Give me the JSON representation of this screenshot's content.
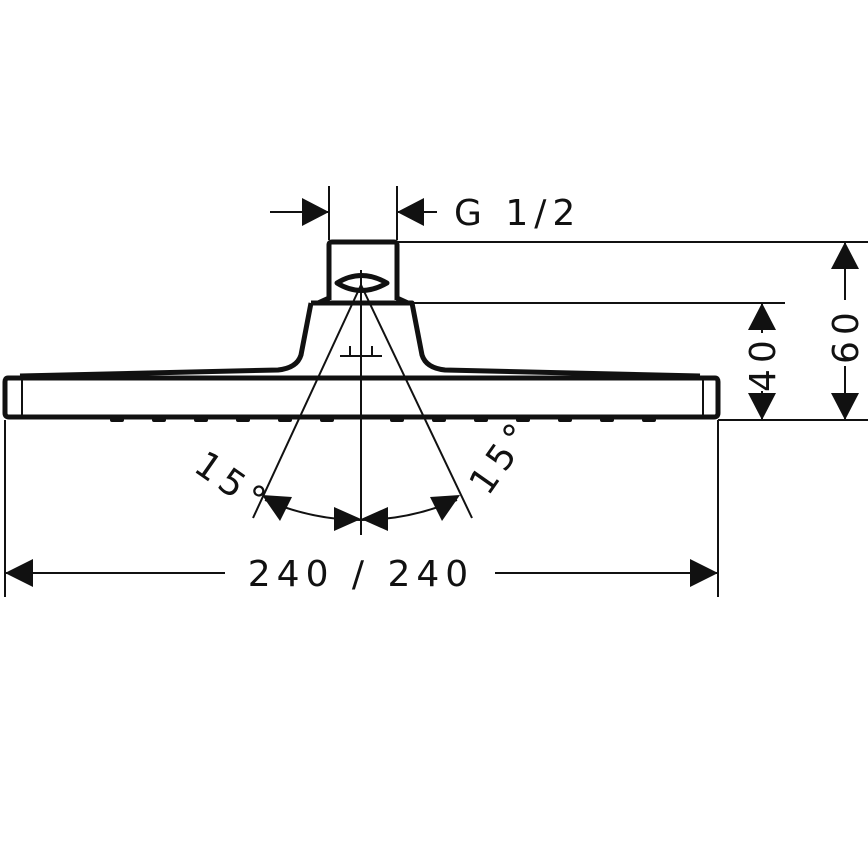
{
  "drawing": {
    "thread_label": "G 1/2",
    "height_total_label": "60",
    "height_cone_label": "40",
    "angle_left_label": "15°",
    "angle_right_label": "15°",
    "width_label": "240 / 240"
  },
  "colors": {
    "line": "#111111",
    "background": "#ffffff"
  }
}
